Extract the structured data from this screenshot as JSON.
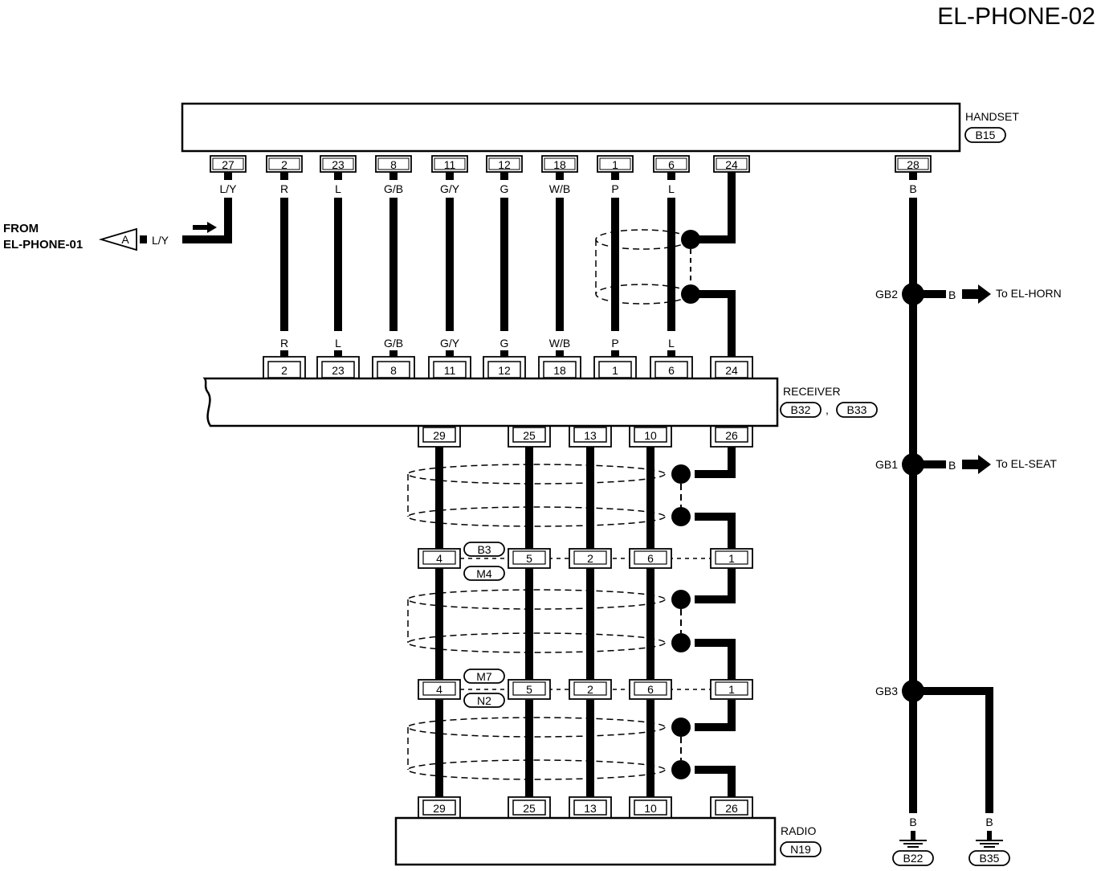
{
  "title": "EL-PHONE-02",
  "handset": {
    "label": "HANDSET",
    "connector": "B15",
    "pins": [
      "27",
      "2",
      "23",
      "8",
      "11",
      "12",
      "18",
      "1",
      "6",
      "24",
      "28"
    ],
    "colors": [
      "L/Y",
      "R",
      "L",
      "G/B",
      "G/Y",
      "G",
      "W/B",
      "P",
      "L",
      "B"
    ]
  },
  "receiver": {
    "label": "RECEIVER",
    "connectors": [
      "B32",
      "B33"
    ],
    "separator": ",",
    "top_pins": [
      "2",
      "23",
      "8",
      "11",
      "12",
      "18",
      "1",
      "6",
      "24"
    ],
    "top_colors": [
      "R",
      "L",
      "G/B",
      "G/Y",
      "G",
      "W/B",
      "P",
      "L"
    ],
    "bottom_pins": [
      "29",
      "25",
      "13",
      "10",
      "26"
    ]
  },
  "from": {
    "line1": "FROM",
    "line2": "EL-PHONE-01",
    "marker": "A",
    "color": "L/Y"
  },
  "junction1": {
    "connectors": [
      "B3",
      "M4"
    ],
    "pins": [
      "4",
      "5",
      "2",
      "6",
      "1"
    ]
  },
  "junction2": {
    "connectors": [
      "M7",
      "N2"
    ],
    "pins": [
      "4",
      "5",
      "2",
      "6",
      "1"
    ]
  },
  "radio": {
    "label": "RADIO",
    "connector": "N19",
    "pins": [
      "29",
      "25",
      "13",
      "10",
      "26"
    ]
  },
  "grounds": {
    "gb2": {
      "label": "GB2",
      "color": "B",
      "dest": "To EL-HORN"
    },
    "gb1": {
      "label": "GB1",
      "color": "B",
      "dest": "To EL-SEAT"
    },
    "gb3": {
      "label": "GB3"
    },
    "b22": {
      "color": "B",
      "connector": "B22"
    },
    "b35": {
      "color": "B",
      "connector": "B35"
    }
  }
}
